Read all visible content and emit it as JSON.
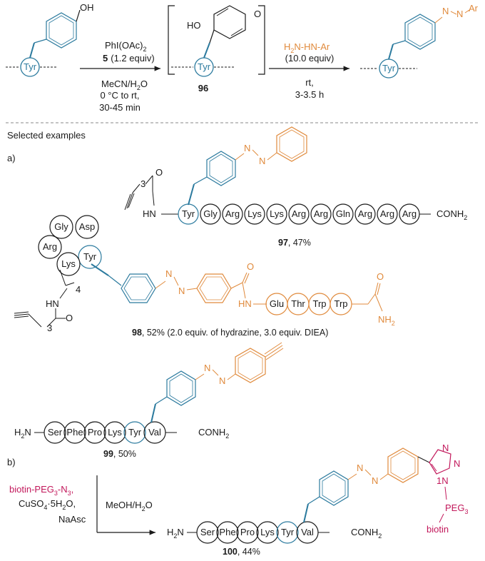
{
  "scheme": {
    "start_oh": "OH",
    "tyr": "Tyr",
    "step1_reagent_a": "PhI(OAc)",
    "step1_reagent_a_sub": "2",
    "step1_reagent_b_num": "5",
    "step1_reagent_b_rest": "(1.2 equiv)",
    "step1_solvent": "MeCN/H",
    "step1_solvent_sub": "2",
    "step1_solvent_end": "O",
    "step1_temp": "0 °C to rt,",
    "step1_time": "30-45 min",
    "intermediate_ho": "HO",
    "intermediate_o": "O",
    "intermediate_label": "96",
    "step2_reagent": "H",
    "step2_reagent_sub": "2",
    "step2_reagent_end": "N-HN-Ar",
    "step2_equiv": "(10.0 equiv)",
    "step2_temp": "rt,",
    "step2_time": "3-3.5 h",
    "product_n1": "N",
    "product_n2": "N",
    "product_ar": "Ar"
  },
  "examples_heading": "Selected examples",
  "label_a": "a)",
  "label_b": "b)",
  "ex97": {
    "chain_n": "3",
    "carbonyl_o": "O",
    "nh": "H",
    "nh_n": "N",
    "residues": [
      "Tyr",
      "Gly",
      "Arg",
      "Lys",
      "Lys",
      "Arg",
      "Arg",
      "Gln",
      "Arg",
      "Arg",
      "Arg"
    ],
    "cterm": "CONH",
    "cterm_sub": "2",
    "azo_n1": "N",
    "azo_n2": "N",
    "compound": "97",
    "yield": ", 47%"
  },
  "ex98": {
    "cyclic_residues": [
      "Gly",
      "Asp",
      "Arg",
      "Tyr",
      "Lys"
    ],
    "linker_n": "4",
    "chain_n": "3",
    "hn": "HN",
    "carbonyl_o": "O",
    "azo_n1": "N",
    "azo_n2": "N",
    "amide_o": "O",
    "amide_hn": "HN",
    "residues": [
      "Glu",
      "Thr",
      "Trp",
      "Trp"
    ],
    "cterm_o": "O",
    "cterm_nh2": "NH",
    "cterm_sub": "2",
    "compound": "98",
    "yield": ", 52% (2.0 equiv. of hydrazine, 3.0 equiv. DIEA)"
  },
  "ex99": {
    "nterm": "H",
    "nterm_sub": "2",
    "nterm_n": "N",
    "residues": [
      "Ser",
      "Phe",
      "Pro",
      "Lys",
      "Tyr",
      "Val"
    ],
    "cterm": "CONH",
    "cterm_sub": "2",
    "azo_n1": "N",
    "azo_n2": "N",
    "compound": "99",
    "yield": ", 50%"
  },
  "ex100": {
    "reagent_line1": "biotin-PEG",
    "reagent_line1_sub": "3",
    "reagent_line1_end": "-N",
    "reagent_line1_sub2": "3",
    "reagent_line1_comma": ",",
    "reagent_line2": "CuSO",
    "reagent_line2_sub": "4",
    "reagent_line2_end": "·5H",
    "reagent_line2_sub2": "2",
    "reagent_line2_o": "O,",
    "reagent_line3": "NaAsc",
    "solvent": "MeOH/H",
    "solvent_sub": "2",
    "solvent_end": "O",
    "nterm": "H",
    "nterm_sub": "2",
    "nterm_n": "N",
    "residues": [
      "Ser",
      "Phe",
      "Pro",
      "Lys",
      "Tyr",
      "Val"
    ],
    "cterm": "CONH",
    "cterm_sub": "2",
    "azo_n1": "N",
    "azo_n2": "N",
    "triazole_n1": "N",
    "triazole_n2": "N",
    "triazole_n3": "N",
    "triazole_n3_prefix": "1",
    "peg": "PEG",
    "peg_sub": "3",
    "biotin": "biotin",
    "compound": "100",
    "yield": ", 44%"
  },
  "colors": {
    "tyr_blue": "#2b7a9e",
    "orange": "#e08a3c",
    "crimson": "#c2185b"
  }
}
